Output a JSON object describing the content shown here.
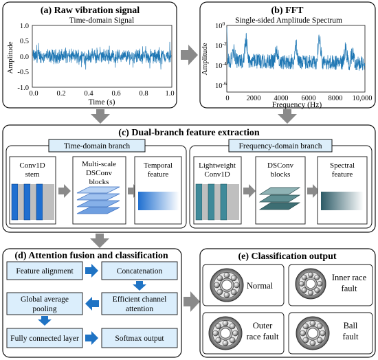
{
  "panel_a": {
    "title": "(a) Raw vibration signal",
    "subtitle": "Time-domain Signal",
    "ylabel": "Amplitude",
    "xlabel": "Time (s)",
    "yticks": [
      "1.0",
      "0.5",
      "0.0",
      "-0.5",
      "-1.0"
    ],
    "xticks": [
      "0.0",
      "0.2",
      "0.4",
      "0.6",
      "0.8",
      "1.0"
    ]
  },
  "panel_b": {
    "title": "(b) FFT",
    "subtitle": "Single-sided Amplitude Spectrum",
    "ylabel": "Amplitude",
    "xlabel": "Frequency (Hz)",
    "ytick_base": "10",
    "ytick_exps": [
      "0",
      "-2",
      "-4",
      "-6"
    ],
    "xticks": [
      "0",
      "2000",
      "4000",
      "6000",
      "8000",
      "10,000"
    ]
  },
  "panel_c": {
    "title": "(c) Dual-branch feature extraction",
    "time_branch": {
      "label": "Time-domain branch",
      "box1": [
        "Conv1D",
        "stem"
      ],
      "box2": [
        "Multi-scale",
        "DSConv",
        "blocks"
      ],
      "box3": [
        "Temporal",
        "feature"
      ]
    },
    "freq_branch": {
      "label": "Frequency-domain branch",
      "box1": [
        "Lightweight",
        "Conv1D"
      ],
      "box2": [
        "DSConv",
        "blocks"
      ],
      "box3": [
        "Spectral",
        "feature"
      ]
    }
  },
  "panel_d": {
    "title": "(d) Attention fusion and classification",
    "nodes": {
      "align": [
        "Feature alignment"
      ],
      "concat": [
        "Concatenation"
      ],
      "eca": [
        "Efficient channel",
        "attention"
      ],
      "gap": [
        "Global average",
        "pooling"
      ],
      "fc": [
        "Fully connected layer"
      ],
      "softmax": [
        "Softmax output"
      ]
    }
  },
  "panel_e": {
    "title": "(e) Classification output",
    "classes": [
      {
        "label": [
          "Normal"
        ]
      },
      {
        "label": [
          "Inner race",
          "fault"
        ]
      },
      {
        "label": [
          "Outer",
          "race fault"
        ]
      },
      {
        "label": [
          "Ball",
          "fault"
        ]
      }
    ]
  },
  "colors": {
    "signal": "#1f77b4",
    "node_fill": "#dbeefc",
    "arrow_blue": "#1f73c4",
    "arrow_gray": "#8a8a8a",
    "branch_label_fill": "#dceefa"
  }
}
